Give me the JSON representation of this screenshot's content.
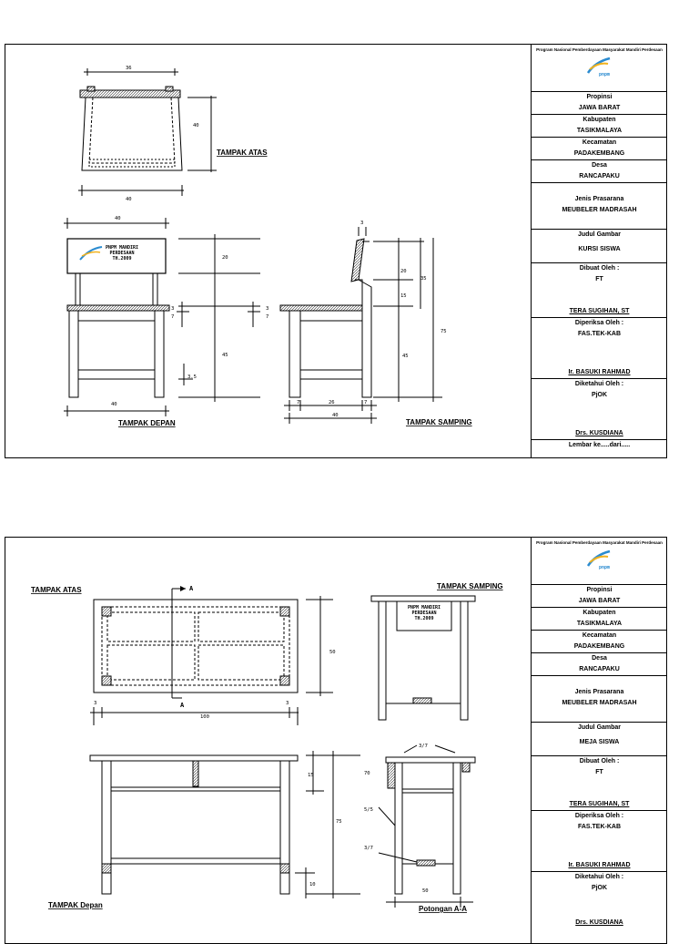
{
  "sheet1": {
    "titleblock": {
      "program": "Program Nasional Pemberdayaan Masyarakat Mandiri Perdesaan",
      "logo_text": "pnpm",
      "propinsi_label": "Propinsi",
      "propinsi": "JAWA BARAT",
      "kabupaten_label": "Kabupaten",
      "kabupaten": "TASIKMALAYA",
      "kecamatan_label": "Kecamatan",
      "kecamatan": "PADAKEMBANG",
      "desa_label": "Desa",
      "desa": "RANCAPAKU",
      "jenis_label": "Jenis Prasarana",
      "jenis": "MEUBELER MADRASAH",
      "judul_label": "Judul Gambar",
      "judul": "KURSI SISWA",
      "dibuat_label": "Dibuat Oleh :",
      "dibuat": "FT",
      "dibuat_name": "TERA SUGIHAN, ST",
      "diperiksa_label": "Diperiksa Oleh :",
      "diperiksa": "FAS.TEK-KAB",
      "diperiksa_name": "Ir. BASUKI RAHMAD",
      "diketahui_label": "Diketahui Oleh :",
      "diketahui": "PjOK",
      "diketahui_name": "Drs. KUSDIANA",
      "lembar": "Lembar ke.....dari....."
    },
    "labels": {
      "tampak_atas": "TAMPAK ATAS",
      "tampak_depan": "TAMPAK DEPAN",
      "tampak_samping": "TAMPAK SAMPING",
      "backrest_text": [
        "PNPM MANDIRI",
        "PERDESAAN",
        "TH.2009"
      ]
    },
    "dims": {
      "top_width": "36",
      "top_height": "40",
      "top_base": "40",
      "front_width": "40",
      "front_bottom": "40",
      "back_h": "20",
      "seat_t": "3",
      "seat_b": "7",
      "leg_h": "45",
      "rail": "3.5",
      "side_3": "3",
      "side_3b": "3",
      "side_7": "7",
      "side_20": "20",
      "side_35": "35",
      "side_15": "15",
      "side_75": "75",
      "side_45": "45",
      "side_7a": "7",
      "side_26": "26",
      "side_7b": "7",
      "side_40": "40"
    }
  },
  "sheet2": {
    "titleblock": {
      "program": "Program Nasional Pemberdayaan Masyarakat Mandiri Perdesaan",
      "logo_text": "pnpm",
      "propinsi_label": "Propinsi",
      "propinsi": "JAWA BARAT",
      "kabupaten_label": "Kabupaten",
      "kabupaten": "TASIKMALAYA",
      "kecamatan_label": "Kecamatan",
      "kecamatan": "PADAKEMBANG",
      "desa_label": "Desa",
      "desa": "RANCAPAKU",
      "jenis_label": "Jenis Prasarana",
      "jenis": "MEUBELER MADRASAH",
      "judul_label": "Judul Gambar",
      "judul": "MEJA SISWA",
      "dibuat_label": "Dibuat Oleh :",
      "dibuat": "FT",
      "dibuat_name": "TERA SUGIHAN, ST",
      "diperiksa_label": "Diperiksa Oleh :",
      "diperiksa": "FAS.TEK-KAB",
      "diperiksa_name": "Ir. BASUKI RAHMAD",
      "diketahui_label": "Diketahui Oleh :",
      "diketahui": "PjOK",
      "diketahui_name": "Drs. KUSDIANA"
    },
    "labels": {
      "tampak_atas": "TAMPAK ATAS",
      "tampak_samping": "TAMPAK SAMPING",
      "tampak_depan": "TAMPAK Depan",
      "potongan": "Potongan A-A",
      "section_a_top": "A",
      "section_a_bottom": "A",
      "side_text": [
        "PNPM MANDIRI",
        "PERDESAAN",
        "TH.2009"
      ]
    },
    "dims": {
      "d50": "50",
      "d100": "100",
      "d3a": "3",
      "d3b": "3",
      "d15": "15",
      "d75": "75",
      "d10": "10",
      "d70": "70",
      "d37a": "3/7",
      "d55": "5/5",
      "d37b": "3/7",
      "d50b": "50"
    }
  }
}
